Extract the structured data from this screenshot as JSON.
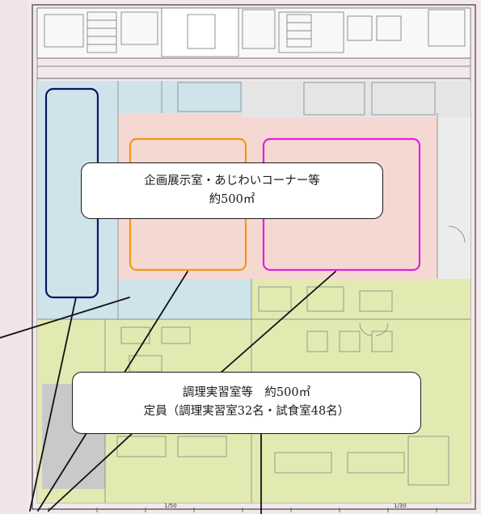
{
  "callouts": {
    "exhibition": {
      "line1": "企画展示室・あじわいコーナー等",
      "line2": "約500㎡"
    },
    "cooking": {
      "line1": "調理実習室等　約500㎡",
      "line2": "定員（調理実習室32名・試食室48名）"
    }
  },
  "plan_labels": {
    "scale_left": "1/50",
    "scale_right": "1/30"
  },
  "colors": {
    "zone_blue": "#cfe3ea",
    "zone_pink": "#f6d8d2",
    "zone_green": "#e2eab2",
    "outline_navy": "#0a1466",
    "outline_orange": "#f0981a",
    "outline_magenta": "#e020e0"
  }
}
